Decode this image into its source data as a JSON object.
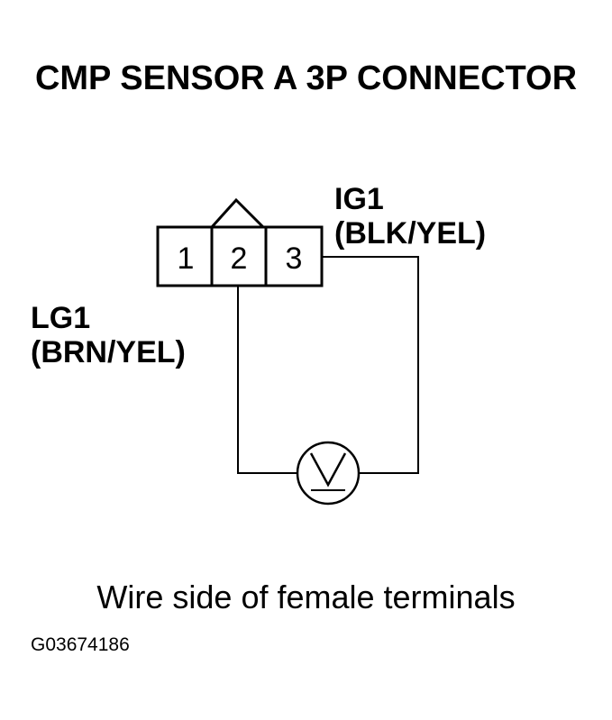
{
  "title": "CMP SENSOR A 3P CONNECTOR",
  "connector": {
    "terminals": [
      "1",
      "2",
      "3"
    ]
  },
  "wires": {
    "ig1": {
      "name": "IG1",
      "color": "(BLK/YEL)"
    },
    "lg1": {
      "name": "LG1",
      "color": "(BRN/YEL)"
    }
  },
  "meter": {
    "icon": "voltmeter-icon",
    "symbol": "V"
  },
  "caption": "Wire side of female terminals",
  "figure_id": "G03674186"
}
